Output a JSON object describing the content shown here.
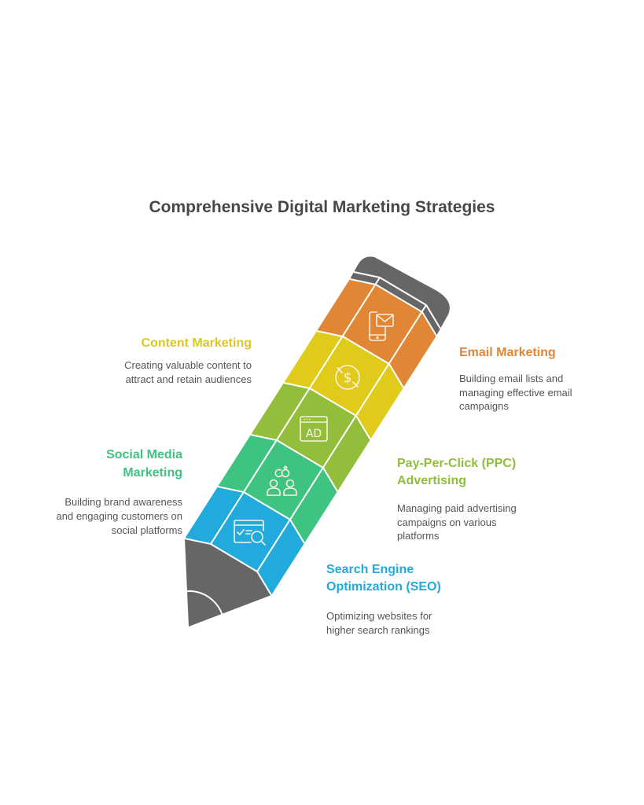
{
  "title": "Comprehensive Digital Marketing Strategies",
  "pencil": {
    "eraser_color": "#666666",
    "tip_color": "#666666",
    "segments": [
      {
        "name": "Search Engine Optimization (SEO)",
        "color": "#21AADC",
        "icon": "seo-window-magnifier-icon"
      },
      {
        "name": "Social Media Marketing",
        "color": "#3EC480",
        "icon": "people-link-icon"
      },
      {
        "name": "Pay-Per-Click (PPC) Advertising",
        "color": "#92BE3B",
        "icon": "ad-window-icon",
        "icon_label": "AD"
      },
      {
        "name": "Content Marketing",
        "color": "#E0CB1A",
        "icon": "no-dollar-icon",
        "icon_label": "$"
      },
      {
        "name": "Email Marketing",
        "color": "#E08634",
        "icon": "phone-email-icon"
      }
    ]
  },
  "strategies": {
    "content": {
      "heading_lines": [
        "Content Marketing"
      ],
      "description_lines": [
        "Creating valuable content to",
        "attract and retain audiences"
      ],
      "color": "#DCC81C"
    },
    "email": {
      "heading_lines": [
        "Email Marketing"
      ],
      "description_lines": [
        "Building email lists and",
        "managing effective email",
        "campaigns"
      ],
      "color": "#E08634"
    },
    "social": {
      "heading_lines": [
        "Social Media",
        "Marketing"
      ],
      "description_lines": [
        "Building brand awareness",
        "and engaging customers on",
        "social platforms"
      ],
      "color": "#3EC480"
    },
    "ppc": {
      "heading_lines": [
        "Pay-Per-Click (PPC)",
        "Advertising"
      ],
      "description_lines": [
        "Managing paid advertising",
        "campaigns on various",
        "platforms"
      ],
      "color": "#8FBE3B"
    },
    "seo": {
      "heading_lines": [
        "Search Engine",
        "Optimization (SEO)"
      ],
      "description_lines": [
        "Optimizing websites for",
        "higher search rankings"
      ],
      "color": "#21AADC"
    }
  }
}
